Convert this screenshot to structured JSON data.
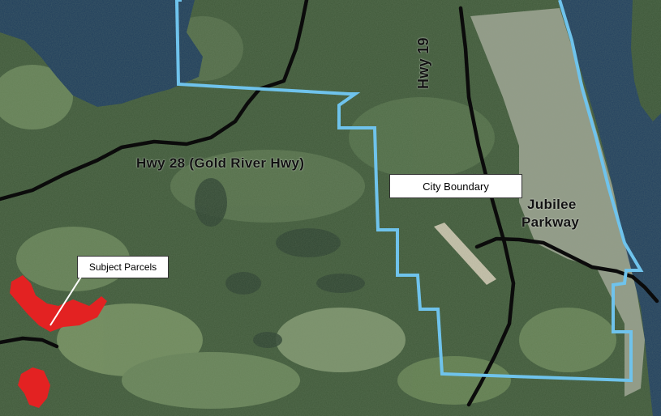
{
  "labels": {
    "hwy28": "Hwy 28 (Gold River Hwy)",
    "hwy19": "Hwy 19",
    "jubilee_line1": "Jubilee",
    "jubilee_line2": "Parkway"
  },
  "callouts": {
    "city_boundary": "City Boundary",
    "subject_parcels": "Subject Parcels"
  },
  "colors": {
    "boundary": "#6fc3ec",
    "roads": "#0b0b0b",
    "parcels": "#e32222",
    "water": "#1f3f5e",
    "forest": "#3f5a3a"
  }
}
